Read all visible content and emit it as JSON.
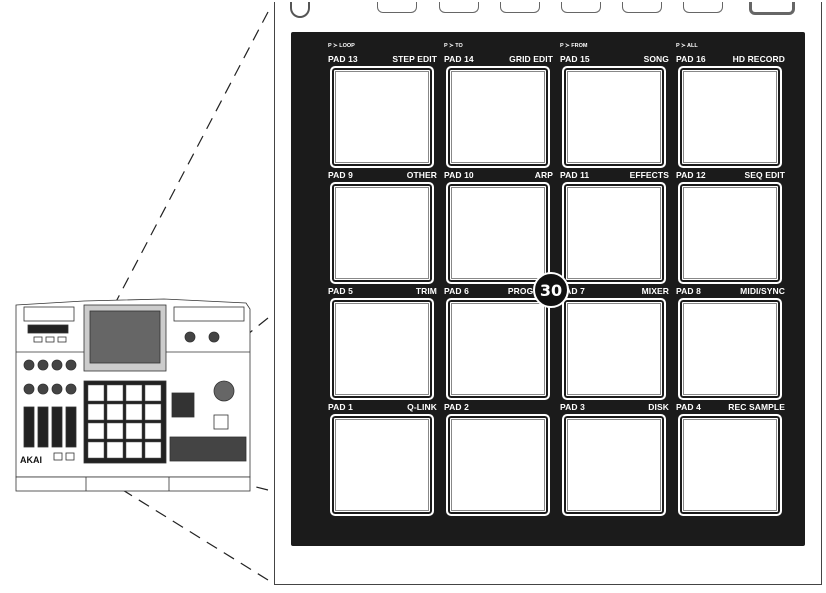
{
  "callout": {
    "number": "30"
  },
  "device": {
    "brand": "AKAI"
  },
  "pads": [
    {
      "num": "PAD 13",
      "fn": "STEP EDIT",
      "sub": "P ≻ LOOP"
    },
    {
      "num": "PAD 14",
      "fn": "GRID EDIT",
      "sub": "P ≻ TO"
    },
    {
      "num": "PAD 15",
      "fn": "SONG",
      "sub": "P ≻ FROM"
    },
    {
      "num": "PAD 16",
      "fn": "HD RECORD",
      "sub": "P ≻ ALL"
    },
    {
      "num": "PAD 9",
      "fn": "OTHER",
      "sub": ""
    },
    {
      "num": "PAD 10",
      "fn": "ARP",
      "sub": ""
    },
    {
      "num": "PAD 11",
      "fn": "EFFECTS",
      "sub": ""
    },
    {
      "num": "PAD 12",
      "fn": "SEQ EDIT",
      "sub": ""
    },
    {
      "num": "PAD 5",
      "fn": "TRIM",
      "sub": ""
    },
    {
      "num": "PAD 6",
      "fn": "PROGRAM",
      "sub": ""
    },
    {
      "num": "PAD 7",
      "fn": "MIXER",
      "sub": ""
    },
    {
      "num": "PAD 8",
      "fn": "MIDI/SYNC",
      "sub": ""
    },
    {
      "num": "PAD 1",
      "fn": "Q-LINK",
      "sub": ""
    },
    {
      "num": "PAD 2",
      "fn": "",
      "sub": ""
    },
    {
      "num": "PAD 3",
      "fn": "DISK",
      "sub": ""
    },
    {
      "num": "PAD 4",
      "fn": "REC SAMPLE",
      "sub": ""
    }
  ]
}
